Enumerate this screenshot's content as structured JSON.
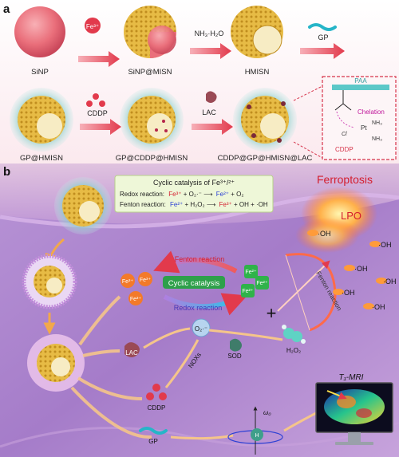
{
  "panels": {
    "a": {
      "label": "a",
      "stage_labels": [
        "SiNP",
        "SiNP@MISN",
        "HMISN",
        "GP@HMISN",
        "GP@CDDP@HMISN",
        "CDDP@GP@HMISN@LAC"
      ],
      "reagents": {
        "fe": "Fe³⁺",
        "ammonia": "NH₃·H₂O",
        "gp": "GP",
        "cddp": "CDDP",
        "lac": "LAC"
      },
      "inset": {
        "paa": "PAA",
        "chelation": "Chelation",
        "cddp": "CDDP",
        "cl": "Cl",
        "pt": "Pt",
        "nh3_top": "NH₃",
        "nh3_bottom": "NH₃"
      }
    },
    "b": {
      "label": "b",
      "cyclic_box": {
        "title": "Cyclic catalysis of Fe³⁺/²⁺",
        "redox_label": "Redox reaction:",
        "fenton_label": "Fenton reaction:",
        "redox_eq": {
          "lhs1": "Fe³⁺",
          "plus1": " + O₂·⁻ ",
          "arrow": "⟶",
          "rhs1": "Fe²⁺",
          "rest": " + O₂"
        },
        "fenton_eq": {
          "lhs1": "Fe²⁺",
          "plus1": " + H₂O₂ ",
          "arrow": "⟶",
          "rhs1": "Fe³⁺",
          "rest": " + OH + ·OH"
        }
      },
      "ferroptosis": "Ferroptosis",
      "lpo": "LPO",
      "oh": "·OH",
      "fenton_reaction": "Fenton reaction",
      "redox_reaction": "Redox reaction",
      "cyclic_catalysis": "Cyclic catalysis",
      "fe3": "Fe³⁺",
      "fe2": "Fe²⁺",
      "fenton_bow": "Fenton reaction",
      "lac": "LAC",
      "o2": "O₂·⁻",
      "noxs": "NOXs",
      "sod": "SOD",
      "h2o2": "H₂O₂",
      "cddp": "CDDP",
      "gp": "GP",
      "omega": "ω₀",
      "h": "H",
      "mri": "T₁-MRI"
    }
  }
}
